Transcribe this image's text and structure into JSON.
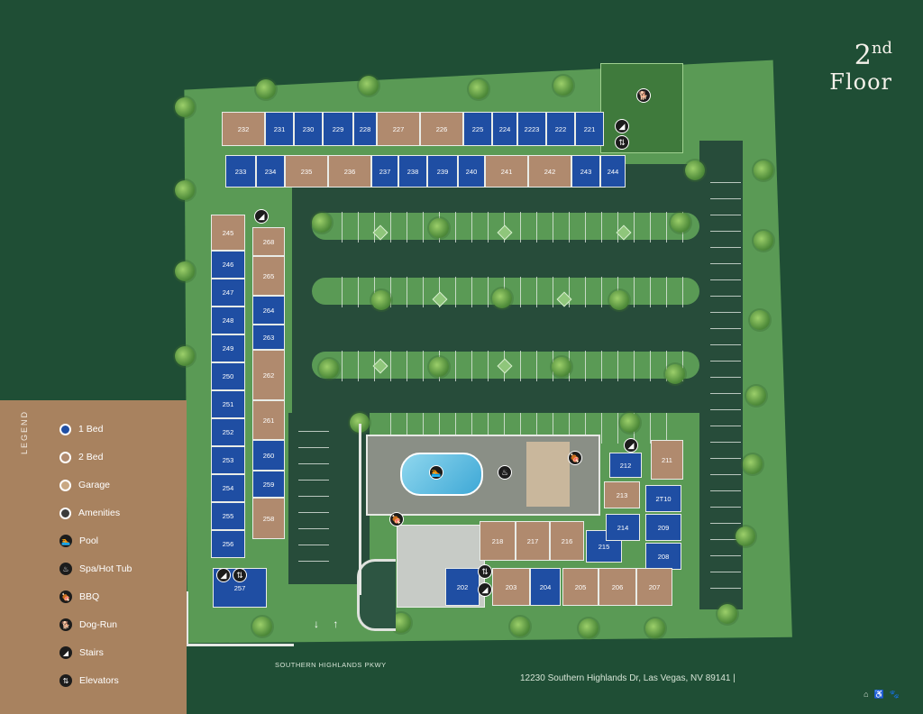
{
  "floor": {
    "number": "2",
    "suffix": "nd",
    "word": "Floor"
  },
  "legend": {
    "title": "LEGEND",
    "items": [
      {
        "label": "1 Bed",
        "swatch": "#1f4ea3",
        "icon": "swatch-1-bed"
      },
      {
        "label": "2 Bed",
        "swatch": "#b08a6e",
        "icon": "swatch-2-bed"
      },
      {
        "label": "Garage",
        "swatch": "#c9a883",
        "icon": "swatch-garage"
      },
      {
        "label": "Amenities",
        "swatch": "#3b3b3b",
        "icon": "swatch-amenities"
      },
      {
        "label": "Pool",
        "icon": "pool-icon"
      },
      {
        "label": "Spa/Hot Tub",
        "icon": "spa-icon"
      },
      {
        "label": "BBQ",
        "icon": "bbq-icon"
      },
      {
        "label": "Dog-Run",
        "icon": "dog-run-icon"
      },
      {
        "label": "Stairs",
        "icon": "stairs-icon"
      },
      {
        "label": "Elevators",
        "icon": "elevator-icon"
      }
    ]
  },
  "units": {
    "top_row_1": [
      "232",
      "231",
      "230",
      "229",
      "228",
      "227",
      "226",
      "225",
      "224",
      "2223",
      "222",
      "221"
    ],
    "top_row_2": [
      "233",
      "234",
      "235",
      "236",
      "237",
      "238",
      "239",
      "240",
      "241",
      "242",
      "243",
      "244"
    ],
    "west_col_1": [
      "245",
      "246",
      "247",
      "248",
      "249",
      "250",
      "251",
      "252",
      "253",
      "254",
      "255",
      "256",
      "257"
    ],
    "west_col_2": [
      "268",
      "265",
      "264",
      "263",
      "262",
      "261",
      "260",
      "259",
      "258"
    ],
    "south_bldg": [
      "218",
      "217",
      "216",
      "215",
      "214",
      "213",
      "212",
      "211",
      "2T10",
      "209",
      "208",
      "207",
      "206",
      "205",
      "204",
      "203",
      "202"
    ]
  },
  "colors": {
    "one_bed": "#1f4ea3",
    "two_bed": "#b08a6e",
    "background": "#1f4e35",
    "lawn": "#5a9a55",
    "legend_bg": "#a8825f"
  },
  "street_name": "SOUTHERN HIGHLANDS PKWY",
  "address": "12230 Southern Highlands Dr, Las Vegas, NV 89141",
  "address_separator": "|",
  "compliance_icons": [
    "equal-housing-icon",
    "accessibility-icon",
    "pet-friendly-icon"
  ],
  "entry_arrows": "↓ ↑"
}
